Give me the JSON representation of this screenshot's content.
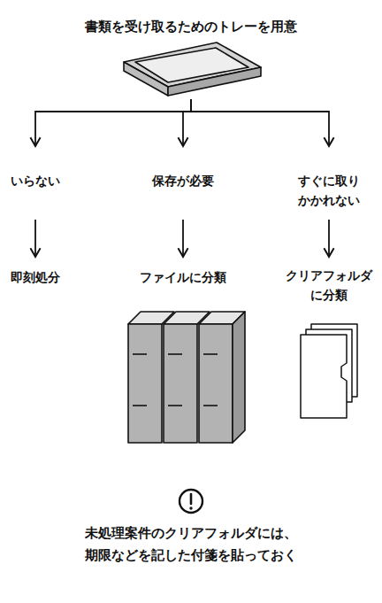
{
  "diagram": {
    "nodes": [
      {
        "text": [
          "書類を受け取るためのトレーを用意"
        ]
      },
      {
        "text": [
          "いらない"
        ]
      },
      {
        "text": [
          "保存が必要"
        ]
      },
      {
        "text": [
          "すぐに取り かかれない"
        ]
      },
      {
        "text": [
          "即刻処分"
        ]
      },
      {
        "text": [
          "ファイルに分類"
        ]
      },
      {
        "text": [
          "クリアフォルダ に分類"
        ]
      }
    ],
    "edges": [
      {
        "from": 0,
        "to": 1,
        "arrow": "to"
      },
      {
        "from": 0,
        "to": 2,
        "arrow": "to"
      },
      {
        "from": 0,
        "to": 3,
        "arrow": "to"
      },
      {
        "from": 1,
        "to": 4,
        "arrow": "to"
      },
      {
        "from": 2,
        "to": 5,
        "arrow": "to"
      },
      {
        "from": 3,
        "to": 6,
        "arrow": "to"
      }
    ],
    "labels": [
      "未処理案件のクリアフォルダには、 期限などを記した付箋を貼っておく"
    ]
  }
}
